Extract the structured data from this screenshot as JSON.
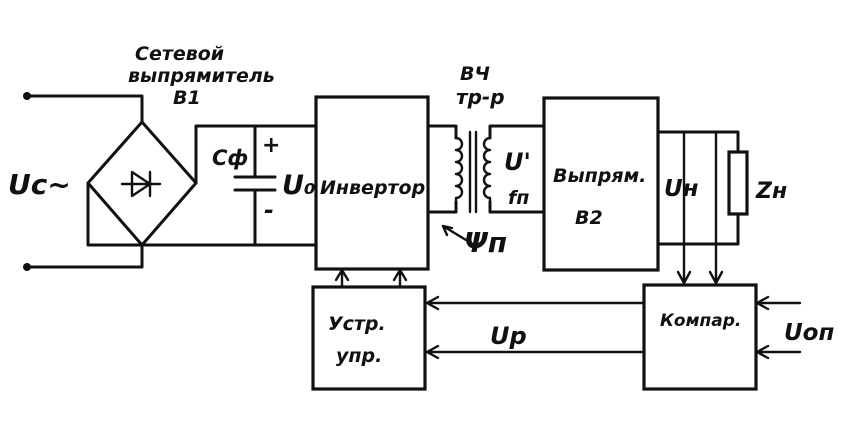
{
  "labels": {
    "rectifier_title_1": "Сетевой",
    "rectifier_title_2": "выпрямитель",
    "rectifier_b1": "В1",
    "input_voltage": "Uс~",
    "capacitor": "Сф",
    "plus": "+",
    "minus": "-",
    "u0": "U₀",
    "inverter": "Инвертор",
    "hf_1": "ВЧ",
    "hf_2": "тр-р",
    "u_prime": "U'",
    "f_p": "fп",
    "psi_p": "Ψп",
    "rectifier2_1": "Выпрям.",
    "rectifier2_2": "В2",
    "u_load": "Uн",
    "z_load": "Zн",
    "control_1": "Устр.",
    "control_2": "упр.",
    "up": "Uр",
    "comparator": "Компар.",
    "u_ref": "Uоп"
  }
}
